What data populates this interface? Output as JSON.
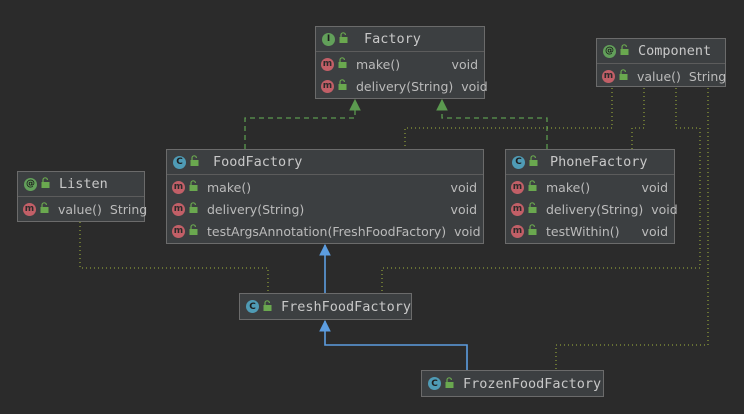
{
  "nodes": {
    "factory": {
      "name": "Factory",
      "kind": "interface",
      "kind_letter": "I",
      "members": [
        {
          "name": "make()",
          "type": "void"
        },
        {
          "name": "delivery(String)",
          "type": "void"
        }
      ]
    },
    "component": {
      "name": "Component",
      "kind": "annotation",
      "kind_letter": "@",
      "members": [
        {
          "name": "value()",
          "type": "String"
        }
      ]
    },
    "listen": {
      "name": "Listen",
      "kind": "annotation",
      "kind_letter": "@",
      "members": [
        {
          "name": "value()",
          "type": "String"
        }
      ]
    },
    "foodfactory": {
      "name": "FoodFactory",
      "kind": "class",
      "kind_letter": "C",
      "members": [
        {
          "name": "make()",
          "type": "void"
        },
        {
          "name": "delivery(String)",
          "type": "void"
        },
        {
          "name": "testArgsAnnotation(FreshFoodFactory)",
          "type": "void"
        }
      ]
    },
    "phonefactory": {
      "name": "PhoneFactory",
      "kind": "class",
      "kind_letter": "C",
      "members": [
        {
          "name": "make()",
          "type": "void"
        },
        {
          "name": "delivery(String)",
          "type": "void"
        },
        {
          "name": "testWithin()",
          "type": "void"
        }
      ]
    },
    "freshfoodfactory": {
      "name": "FreshFoodFactory",
      "kind": "class",
      "kind_letter": "C",
      "members": []
    },
    "frozenfoodfactory": {
      "name": "FrozenFoodFactory",
      "kind": "class",
      "kind_letter": "C",
      "members": []
    }
  },
  "member_icon_letter": "m",
  "edges": [
    {
      "from": "foodfactory",
      "to": "factory",
      "kind": "implements"
    },
    {
      "from": "phonefactory",
      "to": "factory",
      "kind": "implements"
    },
    {
      "from": "freshfoodfactory",
      "to": "foodfactory",
      "kind": "extends"
    },
    {
      "from": "frozenfoodfactory",
      "to": "freshfoodfactory",
      "kind": "extends"
    },
    {
      "from": "listen",
      "to": "freshfoodfactory",
      "kind": "annotates"
    },
    {
      "from": "component",
      "to": "foodfactory",
      "kind": "annotates"
    },
    {
      "from": "component",
      "to": "phonefactory",
      "kind": "annotates"
    },
    {
      "from": "component",
      "to": "freshfoodfactory",
      "kind": "annotates"
    },
    {
      "from": "component",
      "to": "frozenfoodfactory",
      "kind": "annotates"
    }
  ],
  "colors": {
    "implements": "#5b9a4f",
    "extends": "#5c9de0",
    "annotates": "#8a9a3a",
    "node_bg": "#3c3f41",
    "node_border": "#6b6b6b",
    "text": "#bbbbbb"
  }
}
